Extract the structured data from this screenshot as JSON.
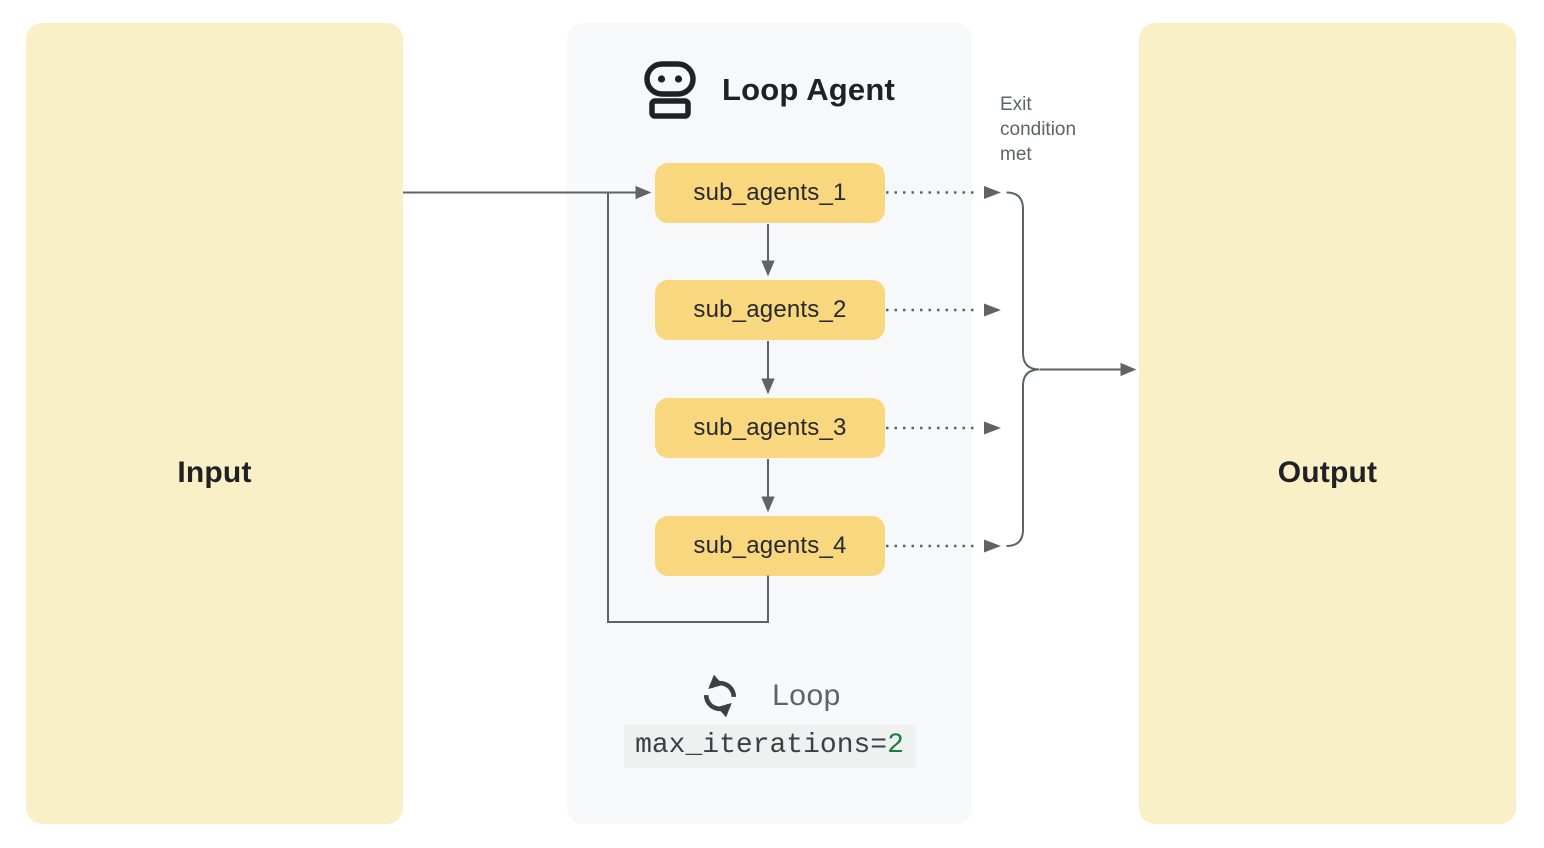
{
  "diagram": {
    "input_label": "Input",
    "output_label": "Output",
    "panel": {
      "title": "Loop Agent",
      "title_icon": "robot-icon",
      "sub_agents": [
        "sub_agents_1",
        "sub_agents_2",
        "sub_agents_3",
        "sub_agents_4"
      ],
      "loop": {
        "icon": "loop-cycle-icon",
        "label": "Loop",
        "code": "max_iterations=",
        "code_value": "2"
      }
    },
    "exit_label": "Exit condition met"
  },
  "colors": {
    "io_box_fill": "#FAF0C8",
    "agent_box_fill": "#F9D77F",
    "panel_fill": "#F7F8FA",
    "code_bg": "#EFF1F1",
    "line": "#5F6368",
    "text_dark": "#202124",
    "text_gray": "#5F6368",
    "code_text": "#3C4043",
    "code_value_green": "#188038",
    "icon_dark": "#3C4043"
  }
}
